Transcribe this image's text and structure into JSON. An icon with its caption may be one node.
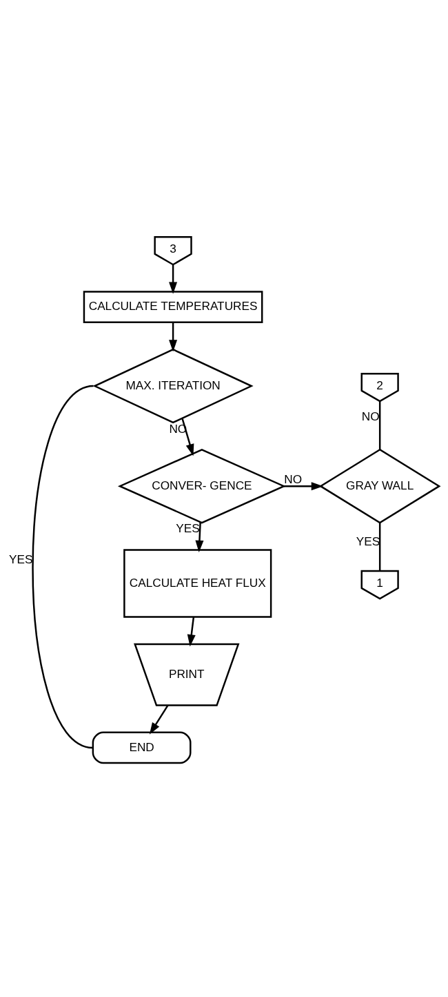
{
  "diagram": {
    "nodes": [
      {
        "text": [
          "3"
        ]
      },
      {
        "text": [
          "CALCULATE TEMPERATURES"
        ]
      },
      {
        "text": [
          "MAX. ITERATION"
        ]
      },
      {
        "text": [
          "CONVER- GENCE"
        ]
      },
      {
        "text": [
          "2"
        ]
      },
      {
        "text": [
          "GRAY WALL"
        ]
      },
      {
        "text": [
          "1"
        ]
      },
      {
        "text": [
          "CALCULATE HEAT FLUX"
        ]
      },
      {
        "text": [
          "PRINT"
        ]
      },
      {
        "text": [
          "END"
        ]
      }
    ],
    "edges": [
      {
        "from": 0,
        "to": 1,
        "arrow": "to"
      },
      {
        "from": 1,
        "to": 2,
        "arrow": "to"
      },
      {
        "from": 2,
        "to": 3,
        "arrow": "to",
        "label": "NO"
      },
      {
        "from": 2,
        "to": 9,
        "arrow": "none",
        "label": "YES"
      },
      {
        "from": 3,
        "to": 5,
        "arrow": "to",
        "label": "NO"
      },
      {
        "from": 4,
        "to": 5,
        "arrow": "none",
        "label": "NO"
      },
      {
        "from": 5,
        "to": 6,
        "arrow": "none",
        "label": "YES"
      },
      {
        "from": 3,
        "to": 7,
        "arrow": "to",
        "label": "YES"
      },
      {
        "from": 7,
        "to": 8,
        "arrow": "to"
      },
      {
        "from": 8,
        "to": 9,
        "arrow": "to"
      }
    ]
  }
}
